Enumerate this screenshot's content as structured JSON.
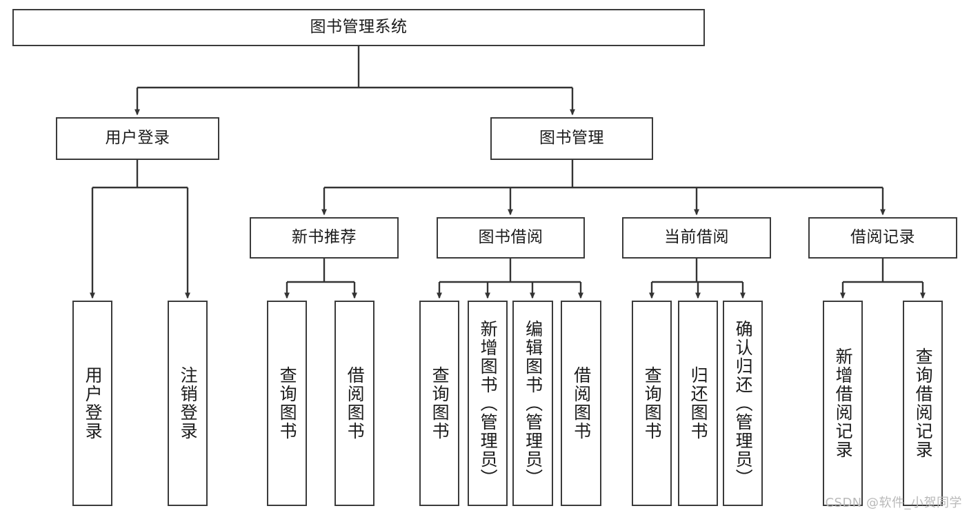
{
  "diagram": {
    "title": "图书管理系统",
    "type": "tree",
    "watermark": "CSDN @软件_小贺同学",
    "colors": {
      "node_border": "#3a3a3a",
      "node_fill": "#ffffff",
      "edge": "#333333",
      "text": "#1b1b1b",
      "watermark": "#b9b9b9"
    },
    "root": {
      "label": "图书管理系统"
    },
    "level2": [
      {
        "label": "用户登录"
      },
      {
        "label": "图书管理"
      }
    ],
    "level3": [
      {
        "label": "新书推荐"
      },
      {
        "label": "图书借阅"
      },
      {
        "label": "当前借阅"
      },
      {
        "label": "借阅记录"
      }
    ],
    "leaves": {
      "user_login": [
        {
          "label": "用户登录"
        },
        {
          "label": "注销登录"
        }
      ],
      "new_book_recommend": [
        {
          "label": "查询图书"
        },
        {
          "label": "借阅图书"
        }
      ],
      "book_borrow": [
        {
          "label": "查询图书"
        },
        {
          "label": "新增图书（管理员）"
        },
        {
          "label": "编辑图书（管理员）"
        },
        {
          "label": "借阅图书"
        }
      ],
      "current_borrow": [
        {
          "label": "查询图书"
        },
        {
          "label": "归还图书"
        },
        {
          "label": "确认归还（管理员）"
        }
      ],
      "borrow_record": [
        {
          "label": "新增借阅记录"
        },
        {
          "label": "查询借阅记录"
        }
      ]
    }
  }
}
